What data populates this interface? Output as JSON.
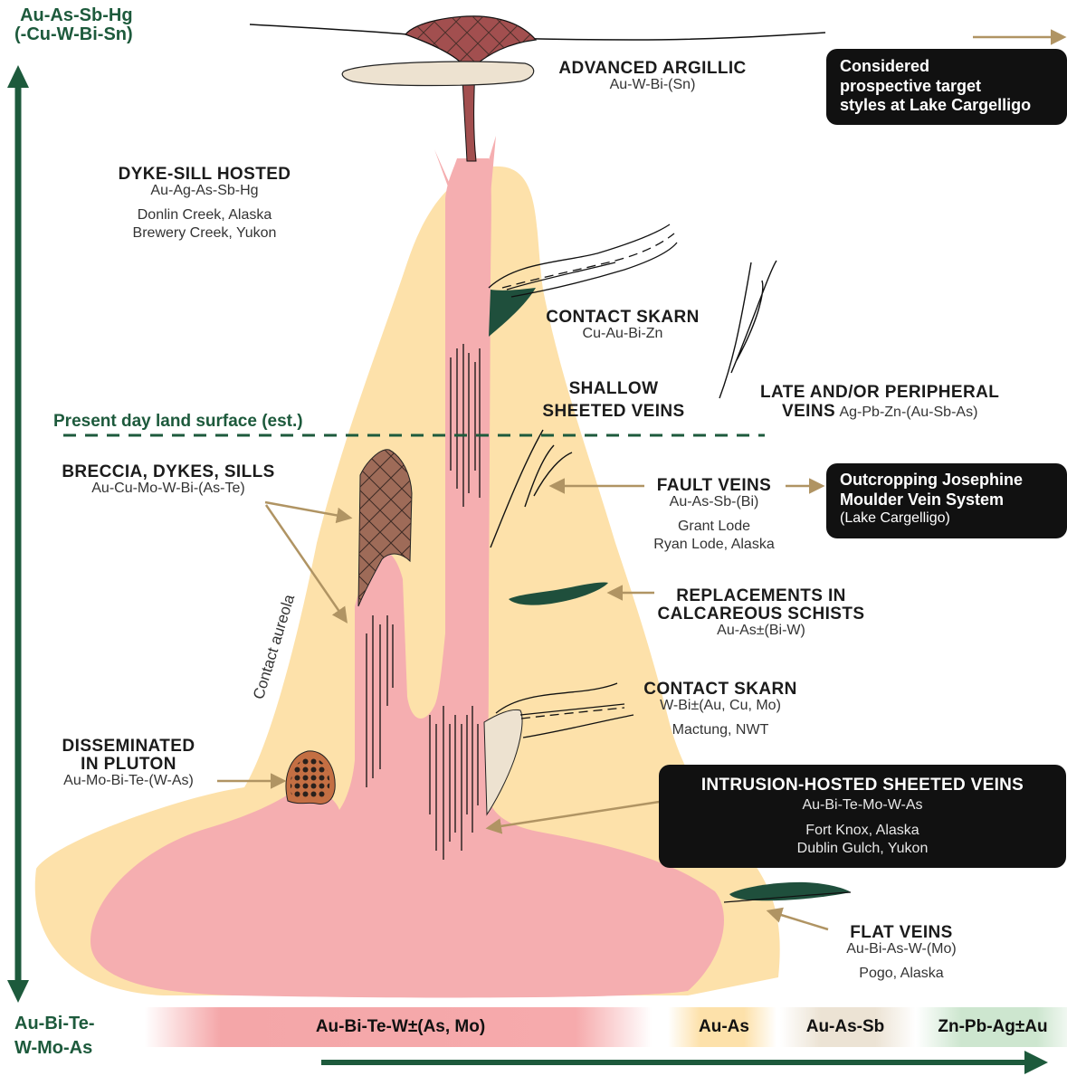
{
  "axis": {
    "top_label_1": "Au-As-Sb-Hg",
    "top_label_2": "(-Cu-W-Bi-Sn)",
    "bottom_label_1": "Au-Bi-Te-",
    "bottom_label_2": "W-Mo-As"
  },
  "labels": {
    "advanced_argillic": {
      "title": "ADVANCED ARGILLIC",
      "metals": "Au-W-Bi-(Sn)"
    },
    "dyke_sill": {
      "title": "DYKE-SILL HOSTED",
      "metals": "Au-Ag-As-Sb-Hg",
      "ex1": "Donlin Creek, Alaska",
      "ex2": "Brewery Creek, Yukon"
    },
    "contact_skarn_upper": {
      "title": "CONTACT SKARN",
      "metals": "Cu-Au-Bi-Zn"
    },
    "shallow_sheeted": {
      "title1": "SHALLOW",
      "title2": "SHEETED VEINS"
    },
    "late_peripheral": {
      "title1": "LATE AND/OR PERIPHERAL",
      "title2": "VEINS",
      "metals": "Ag-Pb-Zn-(Au-Sb-As)"
    },
    "land_surface": "Present day land surface (est.)",
    "breccia": {
      "title": "BRECCIA, DYKES, SILLS",
      "metals": "Au-Cu-Mo-W-Bi-(As-Te)"
    },
    "fault_veins": {
      "title": "FAULT VEINS",
      "metals": "Au-As-Sb-(Bi)",
      "ex1": "Grant Lode",
      "ex2": "Ryan Lode, Alaska"
    },
    "replacements": {
      "title1": "REPLACEMENTS IN",
      "title2": "CALCAREOUS SCHISTS",
      "metals": "Au-As±(Bi-W)"
    },
    "contact_aureola": "Contact aureola",
    "contact_skarn_lower": {
      "title": "CONTACT SKARN",
      "metals": "W-Bi±(Au, Cu, Mo)",
      "ex1": "Mactung, NWT"
    },
    "disseminated": {
      "title1": "DISSEMINATED",
      "title2": "IN PLUTON",
      "metals": "Au-Mo-Bi-Te-(W-As)"
    },
    "flat_veins": {
      "title": "FLAT VEINS",
      "metals": "Au-Bi-As-W-(Mo)",
      "ex1": "Pogo, Alaska"
    }
  },
  "boxes": {
    "considered": {
      "line1": "Considered",
      "line2": "prospective target",
      "line3": "styles at Lake Cargelligo"
    },
    "outcropping": {
      "line1": "Outcropping Josephine",
      "line2": "Moulder Vein System",
      "line3": "(Lake Cargelligo)"
    },
    "intrusion": {
      "title": "INTRUSION-HOSTED SHEETED VEINS",
      "metals": "Au-Bi-Te-Mo-W-As",
      "ex1": "Fort Knox, Alaska",
      "ex2": "Dublin Gulch, Yukon"
    }
  },
  "bands": {
    "b1": "Au-Bi-Te-W±(As, Mo)",
    "b2": "Au-As",
    "b3": "Au-As-Sb",
    "b4": "Zn-Pb-Ag±Au"
  },
  "colors": {
    "pluton": "#f5aeb0",
    "aureole": "#fde1aa",
    "breccia": "#9e6b58",
    "cap": "#a24f4f",
    "argillic": "#ede2d0",
    "skarn_green": "#1f4f3c",
    "arrow_tan": "#b09463",
    "axis_green": "#1d5a3c"
  }
}
